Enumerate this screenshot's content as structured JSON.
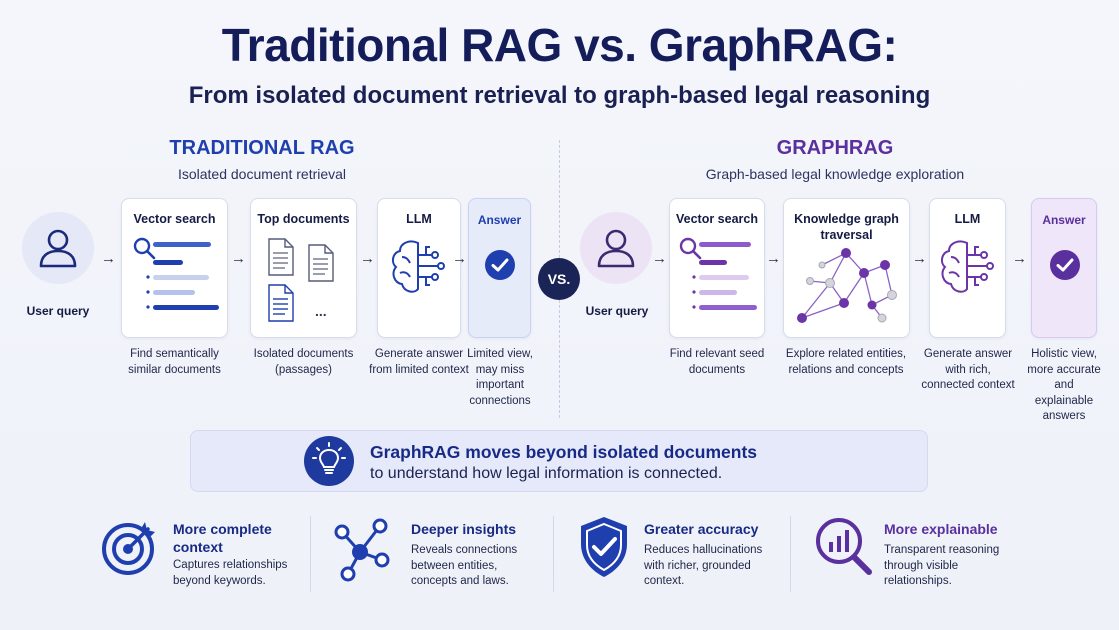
{
  "header": {
    "title": "Traditional RAG vs. GraphRAG:",
    "subtitle": "From isolated document retrieval to graph-based legal reasoning"
  },
  "colors": {
    "navy": "#141d5a",
    "traditional_accent": "#1f3fae",
    "graph_accent": "#6b35a8"
  },
  "traditional": {
    "heading": "TRADITIONAL RAG",
    "subheading": "Isolated document retrieval",
    "user_label": "User query",
    "steps": [
      {
        "title": "Vector search",
        "caption": "Find semantically similar documents",
        "icon": "magnifier-results-icon"
      },
      {
        "title": "Top documents",
        "caption": "Isolated documents (passages)",
        "icon": "documents-icon"
      },
      {
        "title": "LLM",
        "caption": "Generate answer from limited context",
        "icon": "brain-circuit-icon"
      }
    ],
    "answer": {
      "title": "Answer",
      "caption": "Limited view, may miss important connections",
      "icon": "check-circle-icon"
    }
  },
  "vs_label": "VS.",
  "graphrag": {
    "heading": "GRAPHRAG",
    "subheading": "Graph-based legal knowledge exploration",
    "user_label": "User query",
    "steps": [
      {
        "title": "Vector search",
        "caption": "Find relevant seed documents",
        "icon": "magnifier-results-icon"
      },
      {
        "title": "Knowledge graph traversal",
        "caption": "Explore related entities, relations and concepts",
        "icon": "knowledge-graph-icon"
      },
      {
        "title": "LLM",
        "caption": "Generate answer with rich, connected context",
        "icon": "brain-circuit-icon"
      }
    ],
    "answer": {
      "title": "Answer",
      "caption": "Holistic view, more accurate and explainable answers",
      "icon": "check-circle-icon"
    }
  },
  "top_documents_ellipsis": "...",
  "banner": {
    "headline": "GraphRAG moves beyond isolated documents",
    "subline": "to understand how legal information is connected.",
    "icon": "lightbulb-icon"
  },
  "benefits": [
    {
      "title": "More complete context",
      "text": "Captures relationships beyond keywords.",
      "icon": "target-icon"
    },
    {
      "title": "Deeper insights",
      "text": "Reveals connections between entities, concepts and laws.",
      "icon": "network-icon"
    },
    {
      "title": "Greater accuracy",
      "text": "Reduces hallucinations with richer, grounded context.",
      "icon": "shield-check-icon"
    },
    {
      "title": "More explainable",
      "text": "Transparent reasoning through visible relationships.",
      "icon": "analytics-search-icon"
    }
  ]
}
